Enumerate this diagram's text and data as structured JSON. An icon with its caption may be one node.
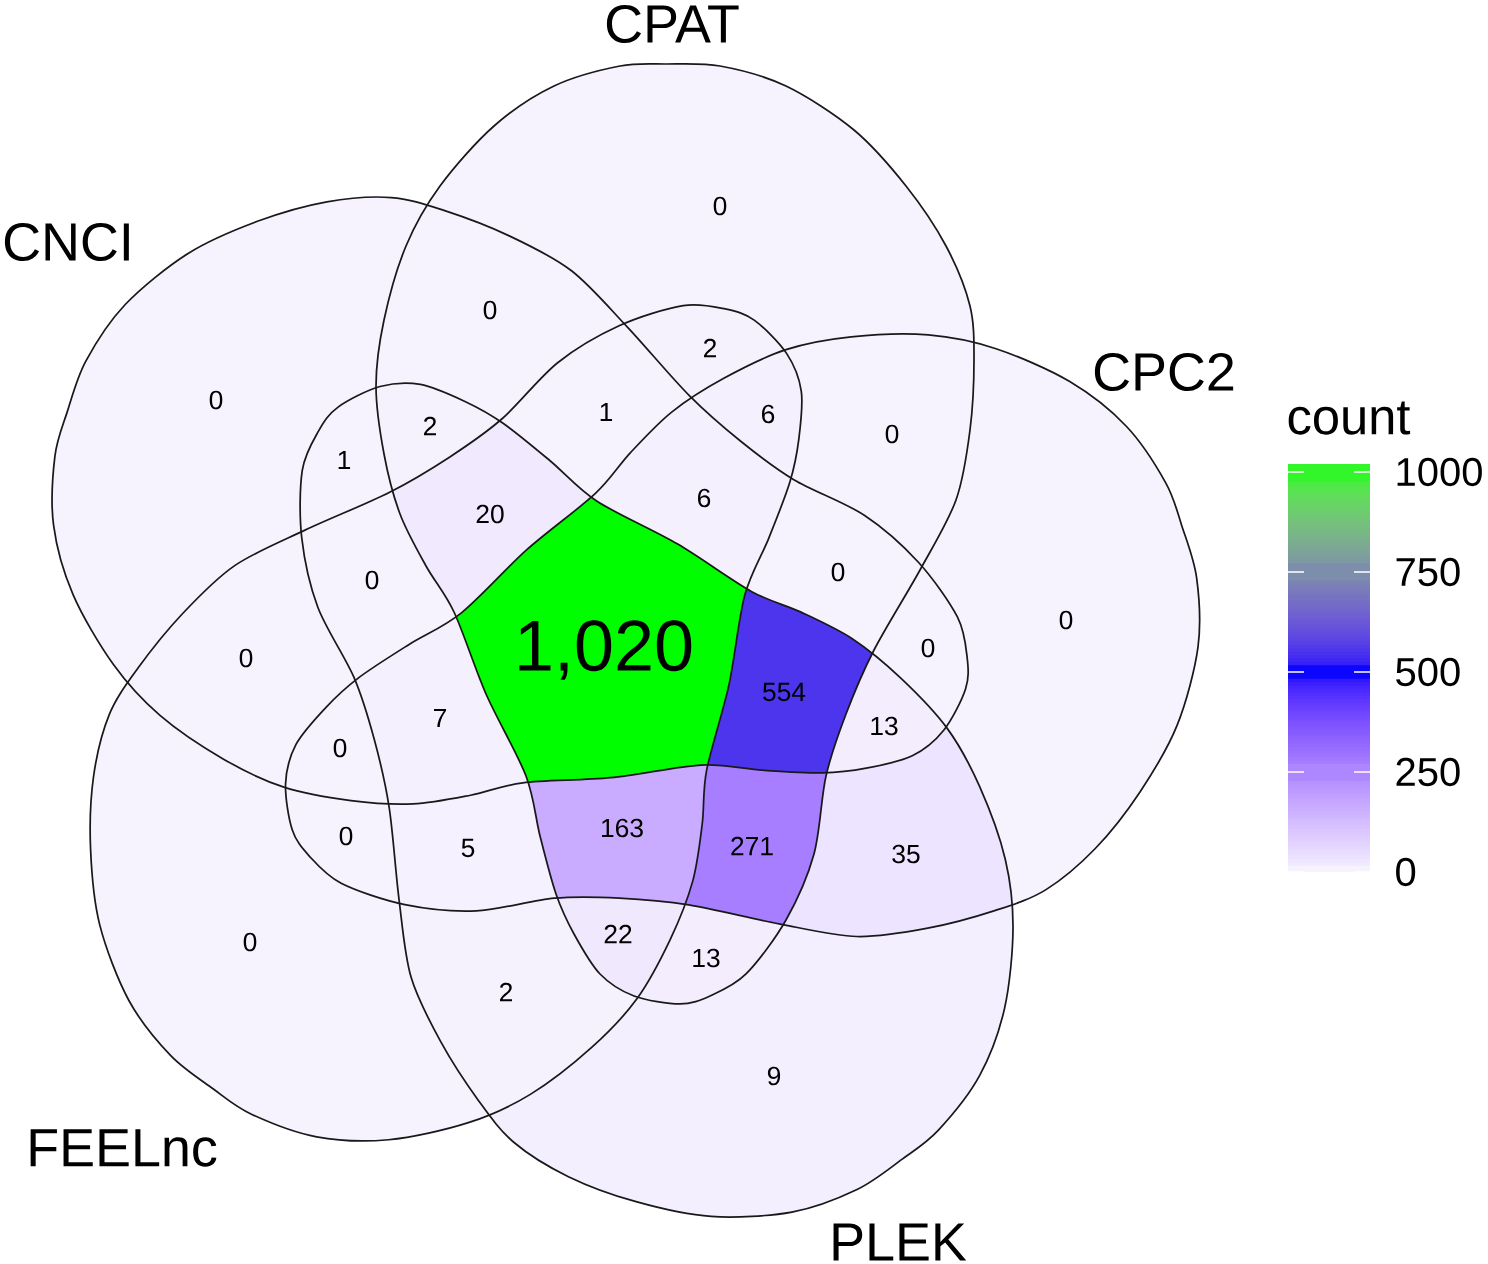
{
  "diagram": {
    "nodes": [
      {
        "text": [
          "CPAT"
        ]
      },
      {
        "text": [
          "CNCI"
        ]
      },
      {
        "text": [
          "CPC2"
        ]
      },
      {
        "text": [
          "FEELnc"
        ]
      },
      {
        "text": [
          "PLEK"
        ]
      }
    ],
    "labels": [
      "0",
      "0",
      "2",
      "0",
      "2",
      "1",
      "6",
      "0",
      "1",
      "20",
      "6",
      "0",
      "0",
      "0",
      "0",
      "1,020",
      "0",
      "0",
      "7",
      "554",
      "13",
      "0",
      "5",
      "163",
      "271",
      "35",
      "0",
      "22",
      "13",
      "2",
      "9",
      "count"
    ],
    "legend": [
      {
        "text": "1000",
        "color": "#32f62a"
      },
      {
        "text": "750",
        "color": "#7d8dac"
      },
      {
        "text": "500",
        "color": "#0c06ff"
      },
      {
        "text": "250",
        "color": "#ad87ff"
      },
      {
        "text": "0",
        "color": "#f6f3fe"
      }
    ]
  }
}
